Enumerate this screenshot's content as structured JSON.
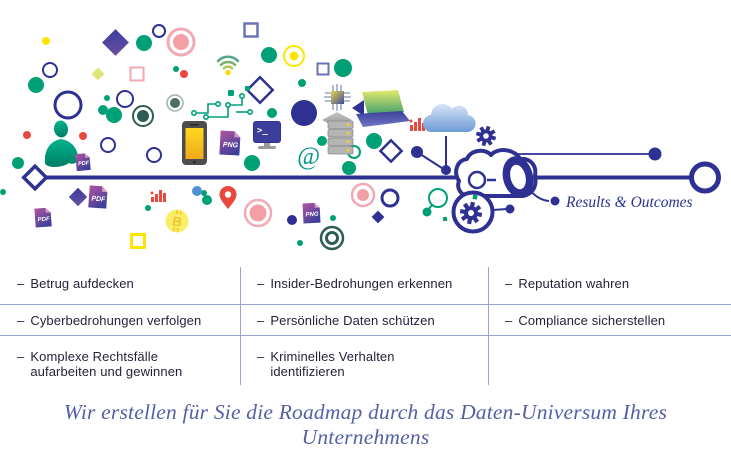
{
  "illustration": {
    "results_label": "Results & Outcomes",
    "icons": {
      "pdf_label": "PDF",
      "png_label": "PNG",
      "at_glyph": "@",
      "terminal_glyph": ">_",
      "bitcoin_glyph": "B"
    },
    "decor_icon_names": [
      "person-icon",
      "phone-icon",
      "pdf-file-icon",
      "png-file-icon",
      "terminal-icon",
      "server-icon",
      "at-icon",
      "wifi-icon",
      "circuit-icon",
      "chip-icon",
      "cube-icon",
      "laptop-icon",
      "bar-chart-icon",
      "cloud-icon",
      "gear-icon",
      "map-pin-icon",
      "bitcoin-icon",
      "magnifier-icon",
      "key-ring-icon"
    ]
  },
  "benefits": {
    "bullet": "–",
    "columns": [
      {
        "items": [
          "Betrug aufdecken",
          "Cyberbedrohungen verfolgen",
          "Komplexe Rechtsfälle aufarbeiten und gewinnen"
        ]
      },
      {
        "items": [
          "Insider-Bedrohungen erkennen",
          "Persönliche Daten schützen",
          "Kriminelles Verhalten identifizieren"
        ]
      },
      {
        "items": [
          "Reputation wahren",
          "Compliance sicherstellen",
          ""
        ]
      }
    ]
  },
  "footer": {
    "tagline": "Wir erstellen für Sie die Roadmap durch das Daten-Universum Ihres Unternehmens"
  },
  "colors": {
    "navy": "#2e3192",
    "teal": "#00a076",
    "dark_teal": "#2d5c53",
    "red": "#e8483d",
    "pink": "#f2a0a5",
    "yellow": "#ffe400",
    "purple_file_top": "#b4569f",
    "purple_file_bottom": "#3c3f9a",
    "table_line": "#9aa3cf",
    "footer_text": "#5560a4",
    "results_text": "#2b3390"
  }
}
